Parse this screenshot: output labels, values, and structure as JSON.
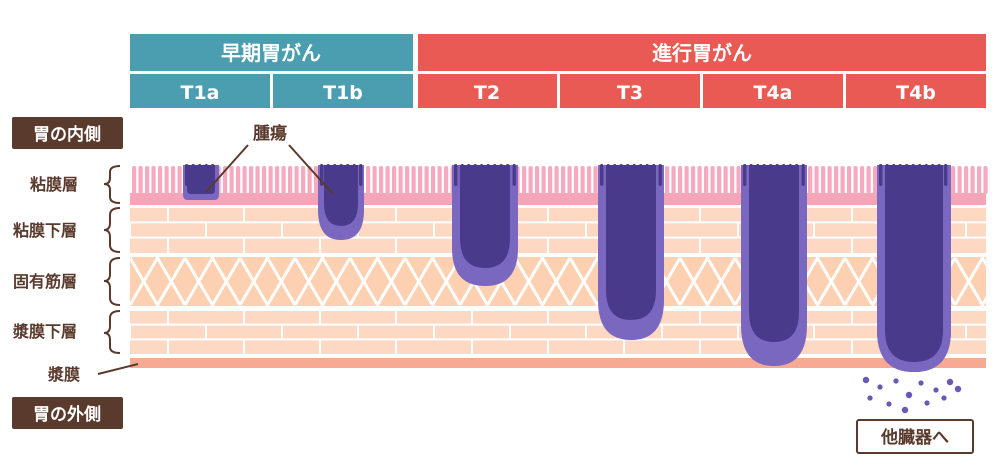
{
  "groups": {
    "early": {
      "label": "早期胃がん",
      "color": "#4b9db0"
    },
    "advanced": {
      "label": "進行胃がん",
      "color": "#e85a53"
    }
  },
  "stages": [
    {
      "label": "T1a",
      "group": "early"
    },
    {
      "label": "T1b",
      "group": "early"
    },
    {
      "label": "T2",
      "group": "advanced"
    },
    {
      "label": "T3",
      "group": "advanced"
    },
    {
      "label": "T4a",
      "group": "advanced"
    },
    {
      "label": "T4b",
      "group": "advanced"
    }
  ],
  "sides": {
    "inner": "胃の内側",
    "outer": "胃の外側"
  },
  "layers": {
    "mucosa": "粘膜層",
    "submucosa": "粘膜下層",
    "muscularis": "固有筋層",
    "subserosa": "漿膜下層",
    "serosa": "漿膜"
  },
  "tumor_label": "腫瘍",
  "destination_label": "他臓器へ",
  "colors": {
    "mucosa": "#f7a9c0",
    "mucosa_base": "#f4a6b8",
    "submucosa": "#fdd9c4",
    "muscle": "#fcd0b0",
    "serosa": "#f6a993",
    "tumor_outer": "#7a68c0",
    "tumor_inner": "#4a3a8c",
    "side_box": "#5a3a2c",
    "text_brown": "#5a3a2c"
  }
}
